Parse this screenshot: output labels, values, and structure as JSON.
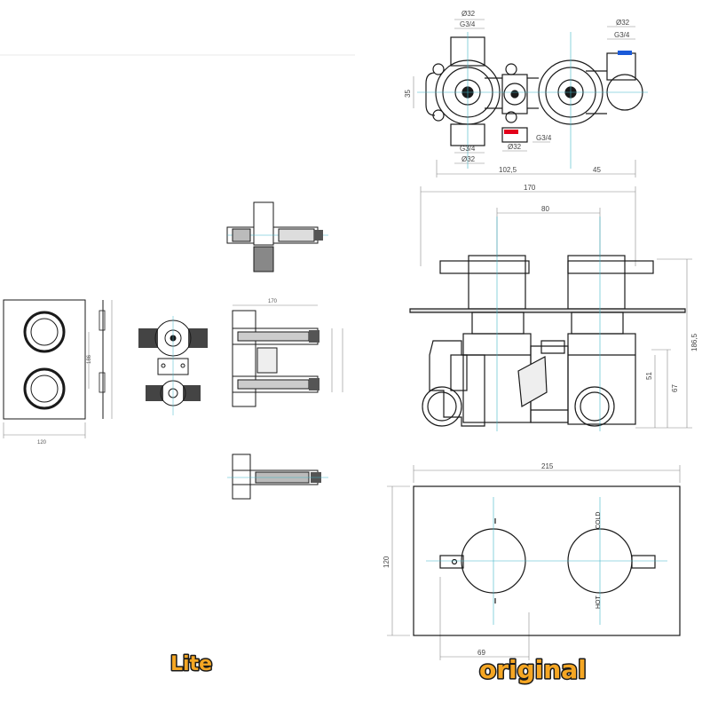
{
  "colors": {
    "outline": "#1a1a1a",
    "dimension": "#888888",
    "center_line": "#3fb6c8",
    "hot_marker": "#e3001b",
    "cold_marker": "#1a5ad8",
    "caption_fill": "#f5a623",
    "caption_stroke": "#1a1a1a"
  },
  "captions": {
    "lite": "Lite",
    "original": "original"
  },
  "top_view": {
    "dim_d32_left": "Ø32",
    "dim_g34_left": "G3/4",
    "dim_d32_right": "Ø32",
    "dim_g34_right": "G3/4",
    "dim_35": "35",
    "dim_g34_bottom_left": "G3/4",
    "dim_d32_bottom_left": "Ø32",
    "dim_d32_center": "Ø32",
    "dim_g34_center": "G3/4",
    "dim_1025": "102,5",
    "dim_45": "45"
  },
  "side_view": {
    "dim_170": "170",
    "dim_80": "80",
    "dim_1865": "186,5",
    "dim_67": "67",
    "dim_51": "51"
  },
  "front_view": {
    "dim_215": "215",
    "dim_120": "120",
    "dim_69": "69",
    "label_cold": "COLD",
    "label_hot": "HOT"
  },
  "lite_drawing": {
    "dim_plate_width": "120",
    "dim_plate_height": "186",
    "dim_valve_width": "170"
  }
}
